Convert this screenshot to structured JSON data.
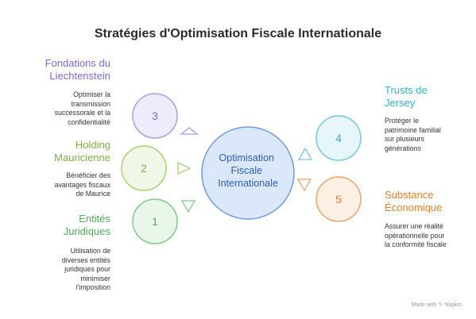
{
  "title": "Stratégies d'Optimisation Fiscale Internationale",
  "center": {
    "label": "Optimisation\nFiscale\nInternationale"
  },
  "nodes": [
    {
      "number": "3",
      "label": "Fondations du\nLiechtenstein",
      "description": "Optimiser la\ntransmission\nsuccessorale et la\nconfidentialité",
      "color": "#7b68ee"
    },
    {
      "number": "2",
      "label": "Holding\nMauricienne",
      "description": "Bénéficier des\navantages fiscaux\nde Maurice",
      "color": "#8bc34a"
    },
    {
      "number": "1",
      "label": "Entités\nJuridiques",
      "description": "Utilisation de\ndiverses entités\njuridiques pour\nminimiser\nl'imposition",
      "color": "#4caf50"
    },
    {
      "number": "4",
      "label": "Trusts de\nJersey",
      "description": "Protéger le\npatrimoine familial\nsur plusieurs\ngénérations",
      "color": "#29b6d6"
    },
    {
      "number": "5",
      "label": "Substance\nÉconomique",
      "description": "Assurer une réalité\nopérationnelle pour\nla conformité fiscale",
      "color": "#e67e22"
    }
  ],
  "footer": "Made with ✎ Napkin"
}
